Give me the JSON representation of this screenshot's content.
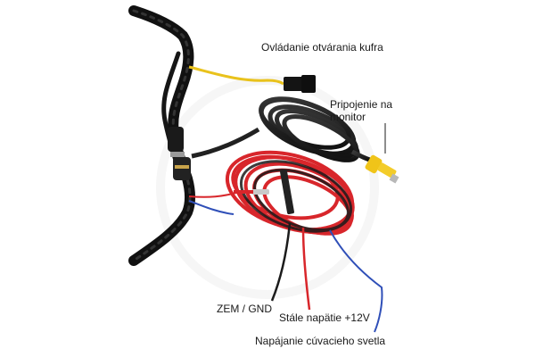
{
  "photo": {
    "subject": "wiring-harness-photo",
    "callouts": {
      "trunk_release": "Ovládanie otvárania kufra",
      "monitor_line1": "Pripojenie na",
      "monitor_line2": "monitor",
      "ground": "ZEM / GND",
      "constant_12v": "Stále napätie +12V",
      "reverse_light": "Napájanie cúvacieho svetla"
    }
  },
  "colors": {
    "cable_black": "#1b1b1b",
    "cable_red": "#d8262b",
    "wire_blue": "#2f4fb8",
    "wire_yellow": "#e9c21c",
    "rca_yellow": "#f0c419",
    "background": "#ffffff"
  }
}
